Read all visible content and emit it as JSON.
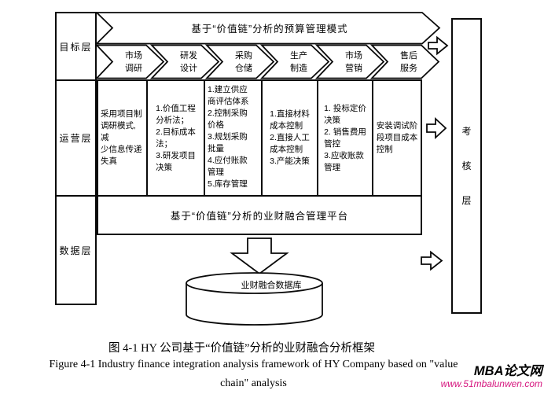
{
  "diagram": {
    "layers": {
      "target": "目标层",
      "operation": "运营层",
      "data": "数据层",
      "assessment": "考\n核\n层"
    },
    "top_banner": "基于“价值链”分析的预算管理模式",
    "value_chain": [
      "市场\n调研",
      "研发\n设计",
      "采购\n仓储",
      "生产\n制造",
      "市场\n营销",
      "售后\n服务"
    ],
    "operation_cells": [
      "采用项目制\n调研模式,减\n少信息传递\n失真",
      "1.价值工程\n分析法；\n2.目标成本\n法；\n3.研发项目\n决策",
      "1.建立供应\n商评估体系\n2.控制采购\n价格\n3.规划采购\n批量\n4.应付账款\n管理\n5.库存管理",
      "1.直接材料\n成本控制\n2.直接人工\n成本控制\n3.产能决策",
      "1. 投标定价\n决策\n2. 销售费用\n管控\n3.应收账款\n管理",
      "安装调试阶\n段项目成本\n控制"
    ],
    "platform_banner": "基于“价值链”分析的业财融合管理平台",
    "database_label": "业财融合数据库",
    "icons": {
      "flow_arrow_right": "block-arrow-right",
      "flow_arrow_down": "block-arrow-down",
      "database": "cylinder"
    },
    "line_color": "#0a0a0a"
  },
  "caption": {
    "zh": "图 4-1  HY 公司基于“价值链”分析的业财融合分析框架",
    "en_line1": "Figure 4-1 Industry finance integration analysis framework of HY Company based on \"value",
    "en_line2": "chain\" analysis"
  },
  "watermark": {
    "site": "MBA论文网",
    "url": "www.51mbalunwen.com",
    "url_color": "#d6177f"
  }
}
